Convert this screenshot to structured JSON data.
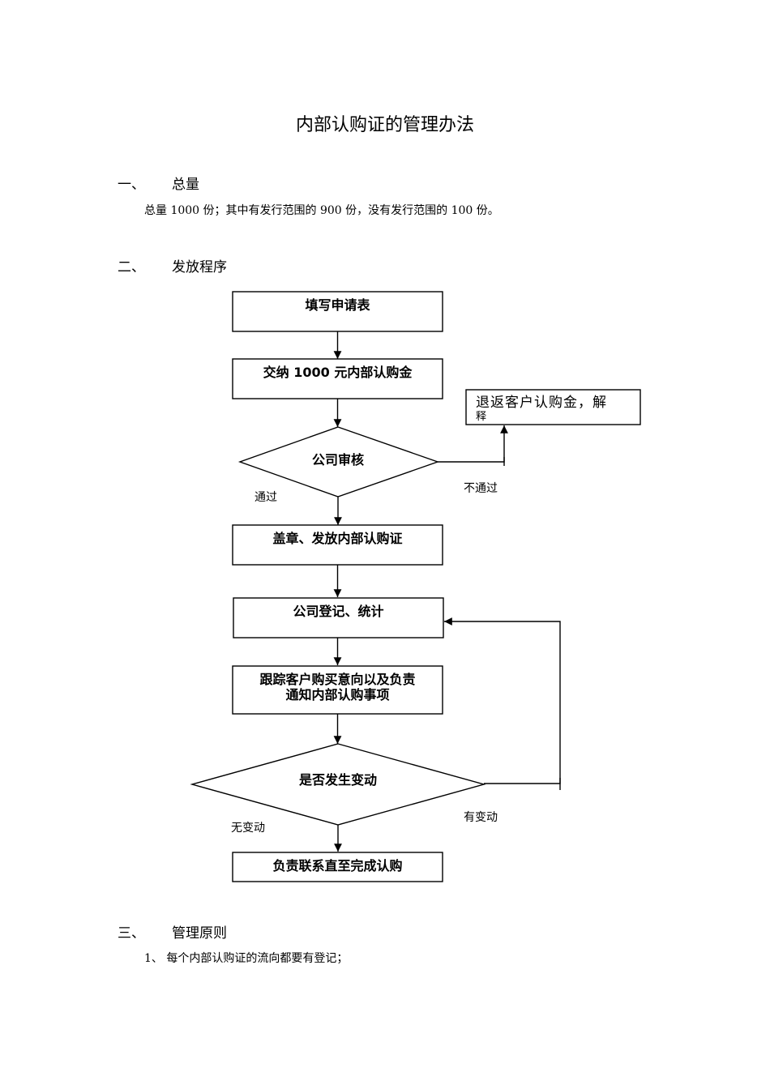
{
  "document": {
    "title": "内部认购证的管理办法"
  },
  "sections": [
    {
      "num": "一、",
      "title": "总量",
      "body": "总量 1000 份；其中有发行范围的 900 份，没有发行范围的 100 份。"
    },
    {
      "num": "二、",
      "title": "发放程序"
    },
    {
      "num": "三、",
      "title": "管理原则",
      "items": [
        "1、 每个内部认购证的流向都要有登记；"
      ]
    }
  ],
  "flowchart": {
    "steps": {
      "fill_form": "填写申请表",
      "pay_deposit": "交纳 1000 元内部认购金",
      "company_review": "公司审核",
      "refund_line1": "退返客户认购金，解",
      "refund_line2": "释",
      "stamp_issue": "盖章、发放内部认购证",
      "register_stats": "公司登记、统计",
      "track_line1": "跟踪客户购买意向以及负责",
      "track_line2": "通知内部认购事项",
      "change_check": "是否发生变动",
      "complete": "负责联系直至完成认购"
    },
    "labels": {
      "pass": "通过",
      "fail": "不通过",
      "no_change": "无变动",
      "has_change": "有变动"
    }
  }
}
